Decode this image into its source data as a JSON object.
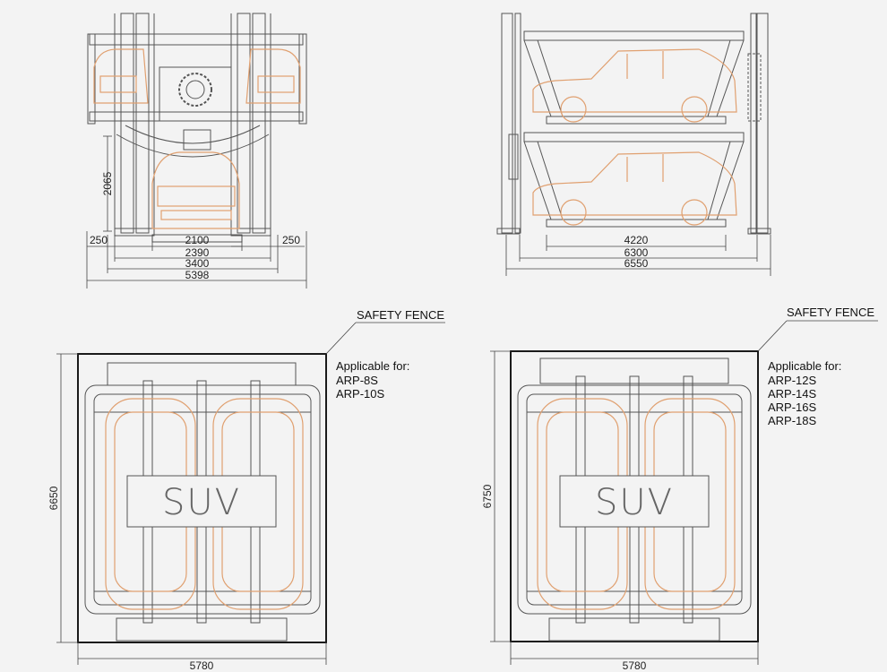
{
  "colors": {
    "line": "#555555",
    "car": "#e0a070",
    "fence": "#1a1a1a",
    "background": "#f3f3f3"
  },
  "front_view": {
    "height_dim": "2065",
    "side_left": "250",
    "side_right": "250",
    "widths": [
      "2100",
      "2390",
      "3400",
      "5398"
    ]
  },
  "side_view": {
    "lengths": [
      "4220",
      "6300",
      "6550"
    ]
  },
  "plan_left": {
    "fence_label": "SAFETY FENCE",
    "applicable_title": "Applicable for:",
    "models": [
      "ARP-8S",
      "ARP-10S"
    ],
    "vehicle": "SUV",
    "depth": "6650",
    "width": "5780"
  },
  "plan_right": {
    "fence_label": "SAFETY FENCE",
    "applicable_title": "Applicable for:",
    "models": [
      "ARP-12S",
      "ARP-14S",
      "ARP-16S",
      "ARP-18S"
    ],
    "vehicle": "SUV",
    "depth": "6750",
    "width": "5780"
  }
}
